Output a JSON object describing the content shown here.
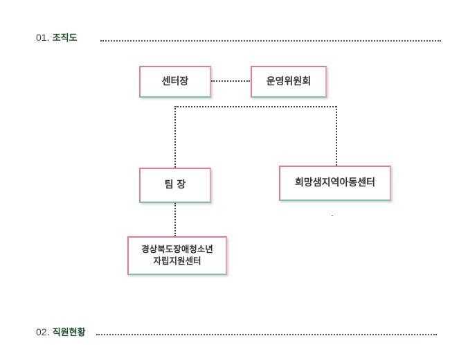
{
  "sections": [
    {
      "number": "01",
      "title": "조직도"
    },
    {
      "number": "02",
      "title": "직원현황"
    }
  ],
  "org": {
    "director": "센터장",
    "committee": "운영위원회",
    "team_leader": "팀 장",
    "community_center": "희망샘지역아동센터",
    "independence_center_line1": "경상북도장애청소년",
    "independence_center_line2": "자립지원센터"
  }
}
